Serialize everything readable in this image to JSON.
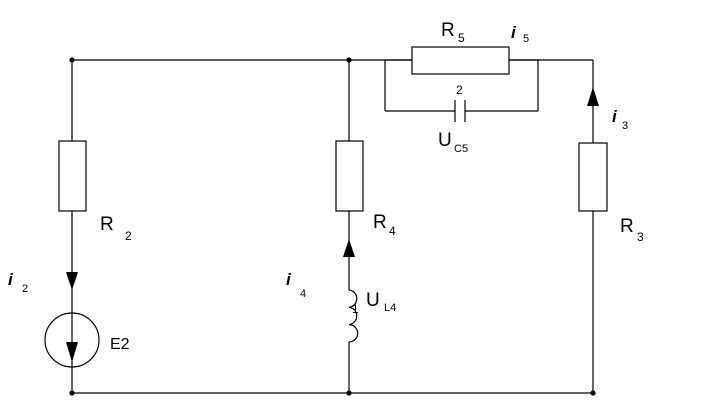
{
  "components": {
    "r2": {
      "name": "R",
      "sub": "2"
    },
    "r3": {
      "name": "R",
      "sub": "3"
    },
    "r4": {
      "name": "R",
      "sub": "4"
    },
    "r5": {
      "name": "R",
      "sub": "5"
    },
    "c5": {
      "node": "2",
      "name": "U",
      "sub": "C5"
    },
    "l4": {
      "node": "1",
      "name": "U",
      "sub": "L4"
    },
    "e2": {
      "name": "E2"
    }
  },
  "currents": {
    "i2": {
      "name": "i",
      "sub": "2"
    },
    "i3": {
      "name": "i",
      "sub": "3"
    },
    "i4": {
      "name": "i",
      "sub": "4"
    },
    "i5": {
      "name": "i",
      "sub": "5"
    }
  }
}
